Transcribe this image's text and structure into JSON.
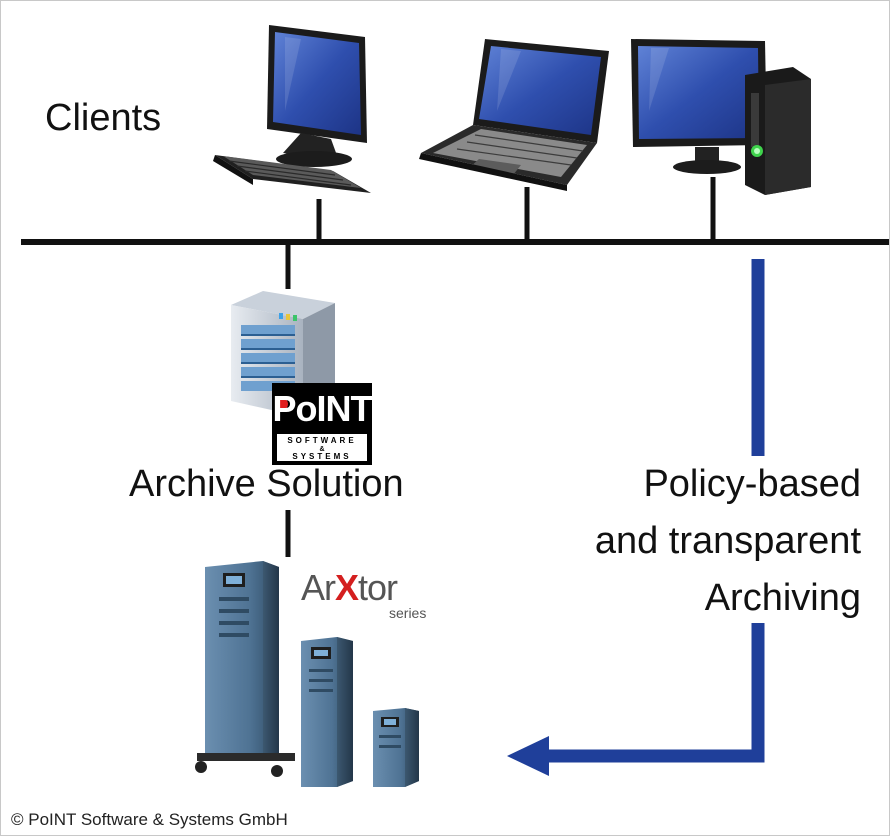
{
  "diagram": {
    "clients_label": "Clients",
    "archive_label": "Archive Solution",
    "policy_label_lines": [
      "Policy-based",
      "and transparent",
      "Archiving"
    ],
    "copyright": "© PoINT Software & Systems GmbH",
    "point_logo": {
      "text": "PoINT",
      "sub1": "SOFTWARE",
      "sub2": "&",
      "sub3": "SYSTEMS"
    },
    "arxtor_logo": {
      "prefix": "Ar",
      "x": "X",
      "suffix": "tor",
      "series": "series"
    },
    "colors": {
      "network_line": "#111111",
      "flow_arrow": "#1f3f9a",
      "logo_dot": "#e01e1e",
      "monitor_screen": "#2c4fb0",
      "storage_unit": "#4e7394"
    },
    "icons": [
      "desktop-computer-icon",
      "laptop-icon",
      "tower-pc-icon",
      "server-icon",
      "storage-cabinet-icon"
    ]
  }
}
